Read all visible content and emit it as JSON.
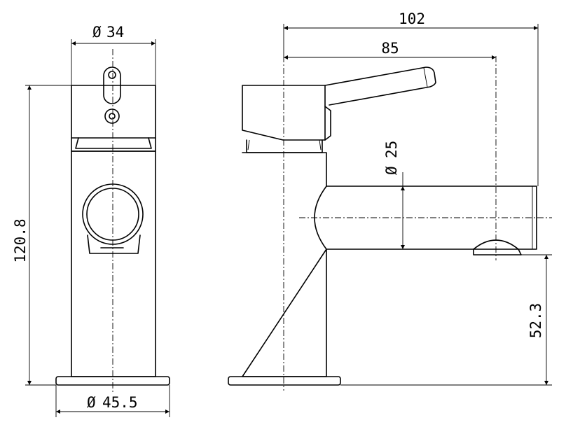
{
  "dimensions": {
    "front_top_diameter": "34",
    "front_height": "120.8",
    "front_base_diameter": "45.5",
    "side_total_length": "102",
    "side_spout_length": "85",
    "side_spout_diameter": "25",
    "side_spout_height": "52.3"
  },
  "symbols": {
    "diameter": "Ø"
  }
}
